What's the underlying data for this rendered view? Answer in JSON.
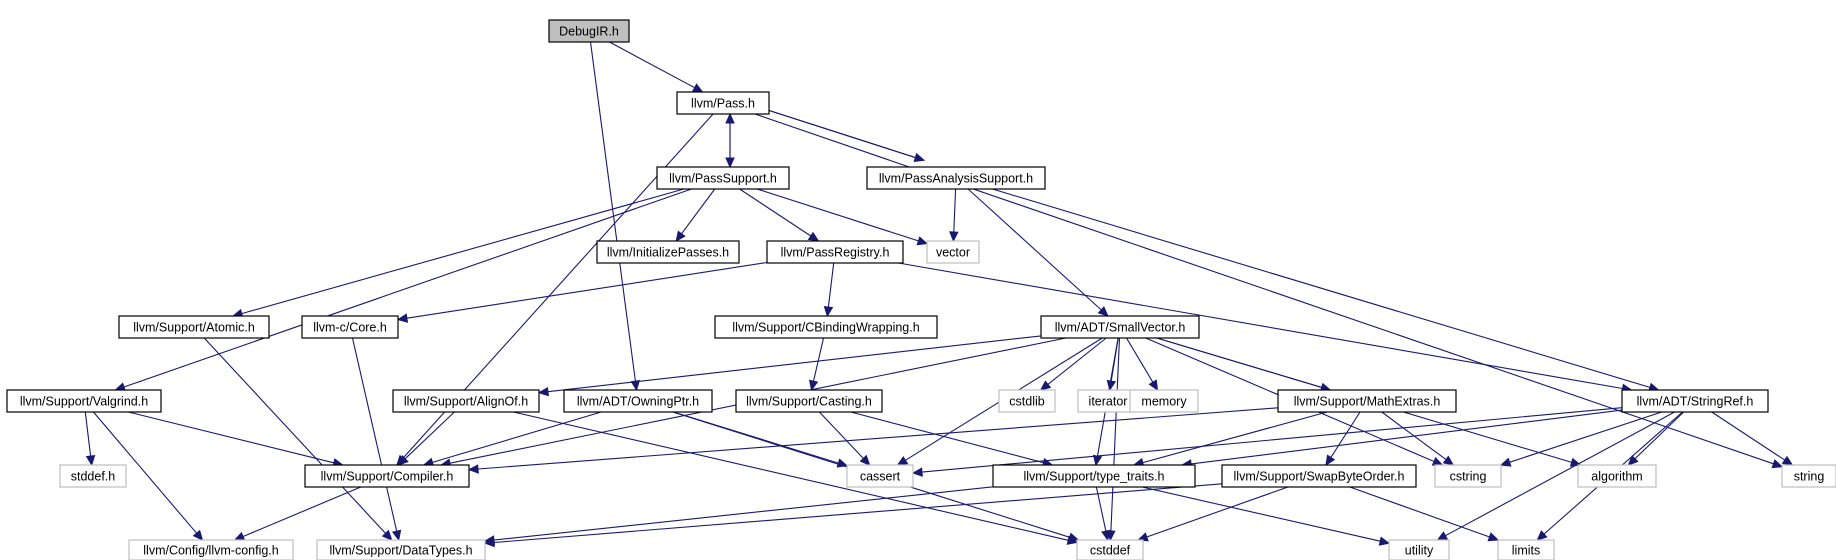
{
  "colors": {
    "edge": "#191970",
    "root_fill": "#bfbfbf",
    "node_border": "#000000",
    "system_border": "#bfbfbf",
    "text": "#000000"
  },
  "nodes": [
    {
      "id": "debugir",
      "label": "DebugIR.h",
      "kind": "root"
    },
    {
      "id": "pass",
      "label": "llvm/Pass.h",
      "kind": "header"
    },
    {
      "id": "passsupport",
      "label": "llvm/PassSupport.h",
      "kind": "header"
    },
    {
      "id": "passanalysis",
      "label": "llvm/PassAnalysisSupport.h",
      "kind": "header"
    },
    {
      "id": "initpasses",
      "label": "llvm/InitializePasses.h",
      "kind": "header"
    },
    {
      "id": "vector",
      "label": "vector",
      "kind": "system"
    },
    {
      "id": "passregistry",
      "label": "llvm/PassRegistry.h",
      "kind": "header"
    },
    {
      "id": "atomic",
      "label": "llvm/Support/Atomic.h",
      "kind": "header"
    },
    {
      "id": "core",
      "label": "llvm-c/Core.h",
      "kind": "header"
    },
    {
      "id": "cbinding",
      "label": "llvm/Support/CBindingWrapping.h",
      "kind": "header"
    },
    {
      "id": "smallvector",
      "label": "llvm/ADT/SmallVector.h",
      "kind": "header"
    },
    {
      "id": "valgrind",
      "label": "llvm/Support/Valgrind.h",
      "kind": "header"
    },
    {
      "id": "alignof",
      "label": "llvm/Support/AlignOf.h",
      "kind": "header"
    },
    {
      "id": "owningptr",
      "label": "llvm/ADT/OwningPtr.h",
      "kind": "header"
    },
    {
      "id": "casting",
      "label": "llvm/Support/Casting.h",
      "kind": "header"
    },
    {
      "id": "cstdlib",
      "label": "cstdlib",
      "kind": "system"
    },
    {
      "id": "iterator",
      "label": "iterator",
      "kind": "system"
    },
    {
      "id": "memory",
      "label": "memory",
      "kind": "system"
    },
    {
      "id": "mathextras",
      "label": "llvm/Support/MathExtras.h",
      "kind": "header"
    },
    {
      "id": "stringref",
      "label": "llvm/ADT/StringRef.h",
      "kind": "header"
    },
    {
      "id": "stddef",
      "label": "stddef.h",
      "kind": "system"
    },
    {
      "id": "compiler",
      "label": "llvm/Support/Compiler.h",
      "kind": "header"
    },
    {
      "id": "cassert",
      "label": "cassert",
      "kind": "system"
    },
    {
      "id": "typetraits",
      "label": "llvm/Support/type_traits.h",
      "kind": "header"
    },
    {
      "id": "swapbyte",
      "label": "llvm/Support/SwapByteOrder.h",
      "kind": "header"
    },
    {
      "id": "cstring",
      "label": "cstring",
      "kind": "system"
    },
    {
      "id": "algorithm",
      "label": "algorithm",
      "kind": "system"
    },
    {
      "id": "string",
      "label": "string",
      "kind": "system"
    },
    {
      "id": "llvmconfig",
      "label": "llvm/Config/llvm-config.h",
      "kind": "system"
    },
    {
      "id": "datatypes",
      "label": "llvm/Support/DataTypes.h",
      "kind": "system"
    },
    {
      "id": "cstddef",
      "label": "cstddef",
      "kind": "system"
    },
    {
      "id": "utility",
      "label": "utility",
      "kind": "system"
    },
    {
      "id": "limits",
      "label": "limits",
      "kind": "system"
    }
  ],
  "edges": [
    [
      "debugir",
      "pass"
    ],
    [
      "debugir",
      "owningptr"
    ],
    [
      "pass",
      "passsupport"
    ],
    [
      "passsupport",
      "pass"
    ],
    [
      "pass",
      "passanalysis"
    ],
    [
      "passanalysis",
      "pass"
    ],
    [
      "pass",
      "compiler"
    ],
    [
      "pass",
      "string"
    ],
    [
      "passsupport",
      "valgrind"
    ],
    [
      "passsupport",
      "atomic"
    ],
    [
      "passsupport",
      "initpasses"
    ],
    [
      "passsupport",
      "passregistry"
    ],
    [
      "passsupport",
      "vector"
    ],
    [
      "passanalysis",
      "vector"
    ],
    [
      "passanalysis",
      "smallvector"
    ],
    [
      "passanalysis",
      "stringref"
    ],
    [
      "passregistry",
      "core"
    ],
    [
      "passregistry",
      "cbinding"
    ],
    [
      "passregistry",
      "stringref"
    ],
    [
      "atomic",
      "datatypes"
    ],
    [
      "core",
      "datatypes"
    ],
    [
      "cbinding",
      "casting"
    ],
    [
      "smallvector",
      "alignof"
    ],
    [
      "smallvector",
      "compiler"
    ],
    [
      "smallvector",
      "cassert"
    ],
    [
      "smallvector",
      "cstdlib"
    ],
    [
      "smallvector",
      "iterator"
    ],
    [
      "smallvector",
      "memory"
    ],
    [
      "smallvector",
      "typetraits"
    ],
    [
      "smallvector",
      "mathextras"
    ],
    [
      "smallvector",
      "cstring"
    ],
    [
      "smallvector",
      "cstddef"
    ],
    [
      "smallvector",
      "algorithm"
    ],
    [
      "valgrind",
      "stddef"
    ],
    [
      "valgrind",
      "compiler"
    ],
    [
      "valgrind",
      "llvmconfig"
    ],
    [
      "alignof",
      "compiler"
    ],
    [
      "alignof",
      "cstddef"
    ],
    [
      "owningptr",
      "compiler"
    ],
    [
      "owningptr",
      "cassert"
    ],
    [
      "owningptr",
      "cstddef"
    ],
    [
      "casting",
      "cassert"
    ],
    [
      "casting",
      "typetraits"
    ],
    [
      "mathextras",
      "compiler"
    ],
    [
      "mathextras",
      "typetraits"
    ],
    [
      "mathextras",
      "swapbyte"
    ],
    [
      "mathextras",
      "cstring"
    ],
    [
      "stringref",
      "typetraits"
    ],
    [
      "stringref",
      "cassert"
    ],
    [
      "stringref",
      "cstring"
    ],
    [
      "stringref",
      "algorithm"
    ],
    [
      "stringref",
      "string"
    ],
    [
      "stringref",
      "utility"
    ],
    [
      "stringref",
      "limits"
    ],
    [
      "compiler",
      "llvmconfig"
    ],
    [
      "typetraits",
      "datatypes"
    ],
    [
      "typetraits",
      "cstddef"
    ],
    [
      "typetraits",
      "utility"
    ],
    [
      "swapbyte",
      "datatypes"
    ],
    [
      "swapbyte",
      "cstddef"
    ],
    [
      "swapbyte",
      "limits"
    ]
  ]
}
